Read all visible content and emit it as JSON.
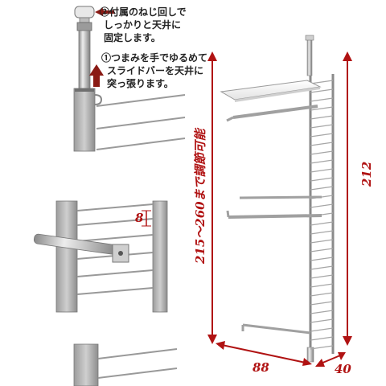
{
  "captions": {
    "step2": [
      "②付属のねじ回しで",
      "しっかりと天井に",
      "固定します。"
    ],
    "step1": [
      "①つまみを手でゆるめて",
      "スライドバーを天井に",
      "突っ張ります。"
    ]
  },
  "dimensions": {
    "spacing": "8",
    "adjustable_height": "215〜260まで調節可能",
    "frame_height": "212",
    "width": "88",
    "depth": "40"
  },
  "colors": {
    "dimension_red": "#b01212",
    "arrow_brown": "#8a1a14",
    "frame_silver": "#a9a9a9"
  }
}
